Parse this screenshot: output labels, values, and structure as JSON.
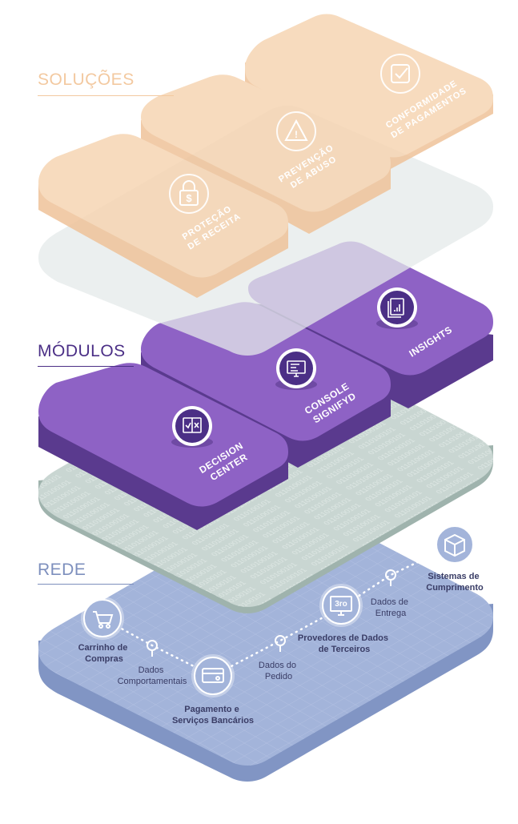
{
  "colors": {
    "solucoes_top": "#f6d5b3",
    "solucoes_side": "#efc39a",
    "solucoes_text": "#f3c9a0",
    "gray_layer": "#e4e9ea",
    "modulos_top": "#8e62c5",
    "modulos_side": "#5a3a8e",
    "modulos_text": "#4b2f86",
    "binary_top": "#c9d6d2",
    "binary_side": "#9fb3ad",
    "rede_top": "#a3b4da",
    "rede_side": "#8195c4",
    "rede_label": "#7d8fbd",
    "rede_text": "#3a3d66",
    "white": "#ffffff"
  },
  "labels": {
    "solucoes": "SOLUÇÕES",
    "modulos": "MÓDULOS",
    "rede": "REDE"
  },
  "solucoes": [
    {
      "icon": "dollar-lock-icon",
      "line1": "PROTEÇÃO",
      "line2": "DE RECEITA"
    },
    {
      "icon": "warning-triangle-icon",
      "line1": "PREVENÇÃO",
      "line2": "DE ABUSO"
    },
    {
      "icon": "checkbox-icon",
      "line1": "CONFORMIDADE",
      "line2": "DE PAGAMENTOS"
    }
  ],
  "modulos": [
    {
      "icon": "checklist-book-icon",
      "line1": "DECISION",
      "line2": "CENTER"
    },
    {
      "icon": "monitor-console-icon",
      "line1": "CONSOLE",
      "line2": "SIGNIFYD"
    },
    {
      "icon": "report-chart-icon",
      "line1": "INSIGHTS",
      "line2": ""
    }
  ],
  "rede": {
    "nodes": [
      {
        "icon": "shopping-cart-icon",
        "line1": "Carrinho de",
        "line2": "Compras"
      },
      {
        "icon": "credit-card-icon",
        "line1": "Pagamento e",
        "line2": "Serviços Bancários"
      },
      {
        "icon": "monitor-3ro-icon",
        "line1": "Provedores de Dados",
        "line2": "de Terceiros",
        "badge": "3ro"
      },
      {
        "icon": "box-icon",
        "line1": "Sistemas de",
        "line2": "Cumprimento"
      }
    ],
    "waypoints": [
      {
        "line1": "Dados",
        "line2": "Comportamentais"
      },
      {
        "line1": "Dados do",
        "line2": "Pedido"
      },
      {
        "line1": "Dados de",
        "line2": "Entrega"
      }
    ]
  }
}
